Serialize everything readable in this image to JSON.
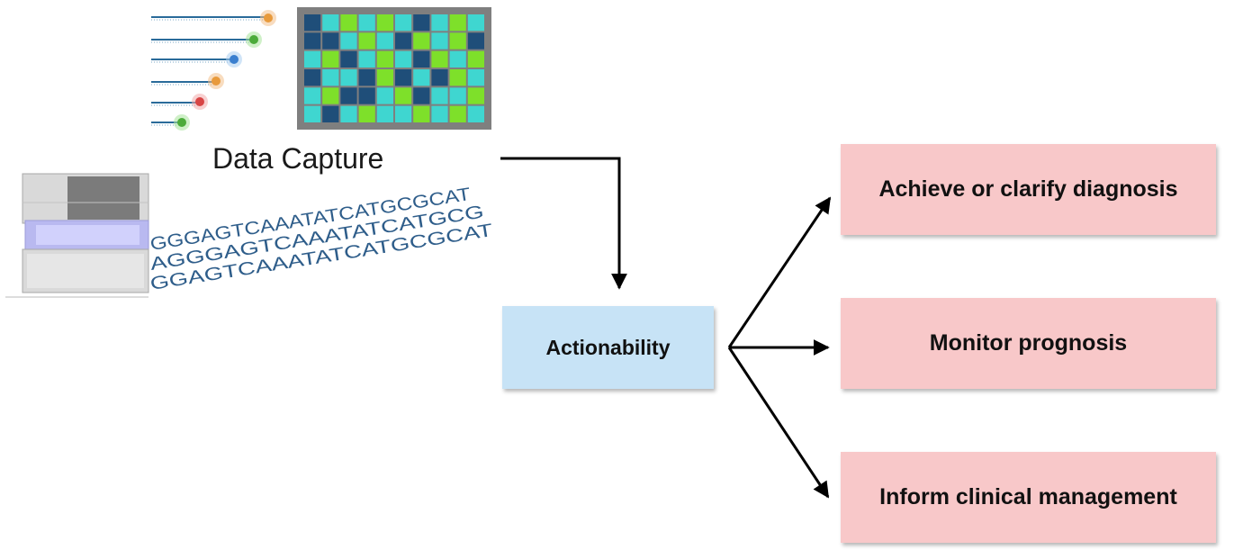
{
  "data_capture": {
    "label": "Data Capture",
    "sequence_lines": [
      "GGGAGTCAAATATCATGCGCAT",
      "AGGGAGTCAAATATCATGCG",
      "GGAGTCAAATATCATGCGCAT"
    ]
  },
  "actionability": {
    "label": "Actionability"
  },
  "outcomes": [
    {
      "label": "Achieve or clarify diagnosis"
    },
    {
      "label": "Monitor prognosis"
    },
    {
      "label": "Inform clinical management"
    }
  ],
  "colors": {
    "action_box": "#c7e3f6",
    "outcome_box": "#f8c8c9",
    "grid_dark": "#1f4e79",
    "grid_cyan": "#3fd6d0",
    "grid_green": "#7ee02a",
    "sequence_text": "#2e5d8a"
  },
  "icons": [
    "probe-strands-icon",
    "microarray-grid-icon",
    "sequencer-machine-icon"
  ]
}
